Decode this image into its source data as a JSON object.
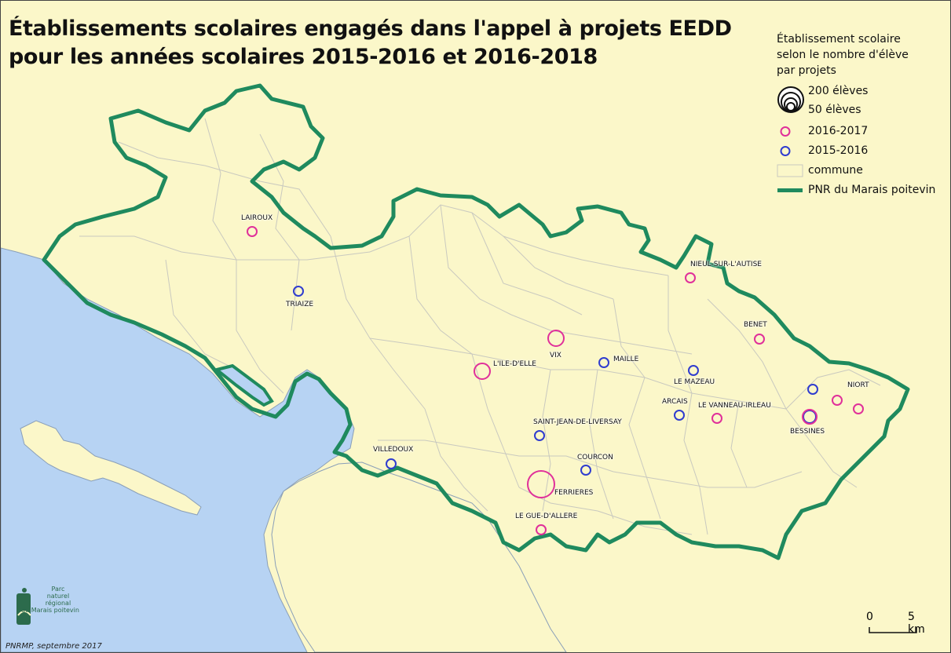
{
  "title_lines": [
    "Établissements scolaires engagés dans l'appel à projets EEDD",
    "pour les années scolaires 2015-2016 et 2016-2018"
  ],
  "legend": {
    "title": "Établissement scolaire selon le nombre d'élève par projets",
    "size_max": "200 élèves",
    "size_min": "50 élèves",
    "items": [
      {
        "label": "2016-2017",
        "color": "#e0309a"
      },
      {
        "label": "2015-2016",
        "color": "#2f3ccf"
      },
      {
        "label": "commune",
        "color": "#fbf7c9"
      },
      {
        "label": "PNR du Marais poitevin",
        "color": "#1f8a5e"
      }
    ]
  },
  "places": [
    "LAIROUX",
    "TRIAIZE",
    "NIEUL-SUR-L'AUTISE",
    "BENET",
    "L'ILE-D'ELLE",
    "VIX",
    "MAILLE",
    "LE MAZEAU",
    "NIORT",
    "ARCAIS",
    "LE VANNEAU-IRLEAU",
    "BESSINES",
    "SAINT-JEAN-DE-LIVERSAY",
    "VILLEDOUX",
    "COURCON",
    "FERRIERES",
    "LE GUE-D'ALLERE"
  ],
  "scale": {
    "zero": "0",
    "value": "5 km"
  },
  "credit": "PNRMP, septembre 2017",
  "logo": {
    "lines": [
      "Parc",
      "naturel",
      "régional",
      "du Marais poitevin"
    ]
  },
  "colors": {
    "sea": "#b7d3f3",
    "land": "#fbf7c9",
    "park_border": "#1f8a5e",
    "commune_border": "#c9c9bf",
    "year_2016_2017": "#e0309a",
    "year_2015_2016": "#2f3ccf"
  }
}
